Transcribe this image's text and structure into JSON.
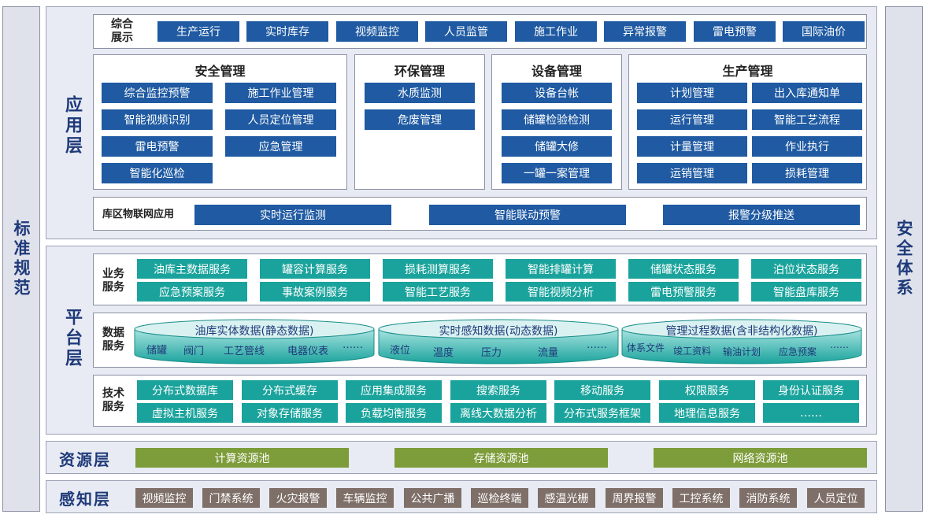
{
  "sides": {
    "left": "标准规范",
    "right": "安全体系"
  },
  "app_layer": {
    "title": "应用层",
    "overview": {
      "label_line1": "综合",
      "label_line2": "展示",
      "items": [
        "生产运行",
        "实时库存",
        "视频监控",
        "人员监管",
        "施工作业",
        "异常报警",
        "雷电预警",
        "国际油价"
      ]
    },
    "safety": {
      "title": "安全管理",
      "items": [
        "综合监控预警",
        "施工作业管理",
        "智能视频识别",
        "人员定位管理",
        "雷电预警",
        "应急管理",
        "智能化巡检"
      ]
    },
    "env": {
      "title": "环保管理",
      "items": [
        "水质监测",
        "危废管理"
      ]
    },
    "equip": {
      "title": "设备管理",
      "items": [
        "设备台帐",
        "储罐检验检测",
        "储罐大修",
        "一罐一案管理"
      ]
    },
    "prod": {
      "title": "生产管理",
      "items": [
        "计划管理",
        "出入库通知单",
        "运行管理",
        "智能工艺流程",
        "计量管理",
        "作业执行",
        "运销管理",
        "损耗管理"
      ]
    },
    "iot": {
      "label": "库区物联网应用",
      "items": [
        "实时运行监测",
        "智能联动预警",
        "报警分级推送"
      ]
    }
  },
  "platform_layer": {
    "title": "平台层",
    "business": {
      "label_line1": "业务",
      "label_line2": "服务",
      "items": [
        "油库主数据服务",
        "罐容计算服务",
        "损耗测算服务",
        "智能排罐计算",
        "储罐状态服务",
        "泊位状态服务",
        "应急预案服务",
        "事故案例服务",
        "智能工艺服务",
        "智能视频分析",
        "雷电预警服务",
        "智能盘库服务"
      ]
    },
    "data": {
      "label_line1": "数据",
      "label_line2": "服务",
      "cylinders": [
        {
          "title": "油库实体数据(静态数据)",
          "items": [
            "储罐",
            "阀门",
            "工艺管线",
            "电器仪表",
            "……"
          ]
        },
        {
          "title": "实时感知数据(动态数据)",
          "items": [
            "液位",
            "温度",
            "压力",
            "流量",
            "……"
          ]
        },
        {
          "title": "管理过程数据(含非结构化数据)",
          "items": [
            "体系文件",
            "竣工资料",
            "输油计划",
            "应急预案",
            "……"
          ]
        }
      ]
    },
    "tech": {
      "label_line1": "技术",
      "label_line2": "服务",
      "items": [
        "分布式数据库",
        "分布式缓存",
        "应用集成服务",
        "搜索服务",
        "移动服务",
        "权限服务",
        "身份认证服务",
        "虚拟主机服务",
        "对象存储服务",
        "负载均衡服务",
        "离线大数据分析",
        "分布式服务框架",
        "地理信息服务",
        "……"
      ]
    }
  },
  "resource_layer": {
    "title": "资源层",
    "items": [
      "计算资源池",
      "存储资源池",
      "网络资源池"
    ]
  },
  "perception_layer": {
    "title": "感知层",
    "items": [
      "视频监控",
      "门禁系统",
      "火灾报警",
      "车辆监控",
      "公共广播",
      "巡检终端",
      "感温光栅",
      "周界报警",
      "工控系统",
      "消防系统",
      "人员定位"
    ]
  },
  "colors": {
    "blue": "#1f5aa2",
    "teal": "#1aa39c",
    "green": "#7d9c3a",
    "brown": "#7e6f68",
    "title": "#1f3a7a"
  }
}
